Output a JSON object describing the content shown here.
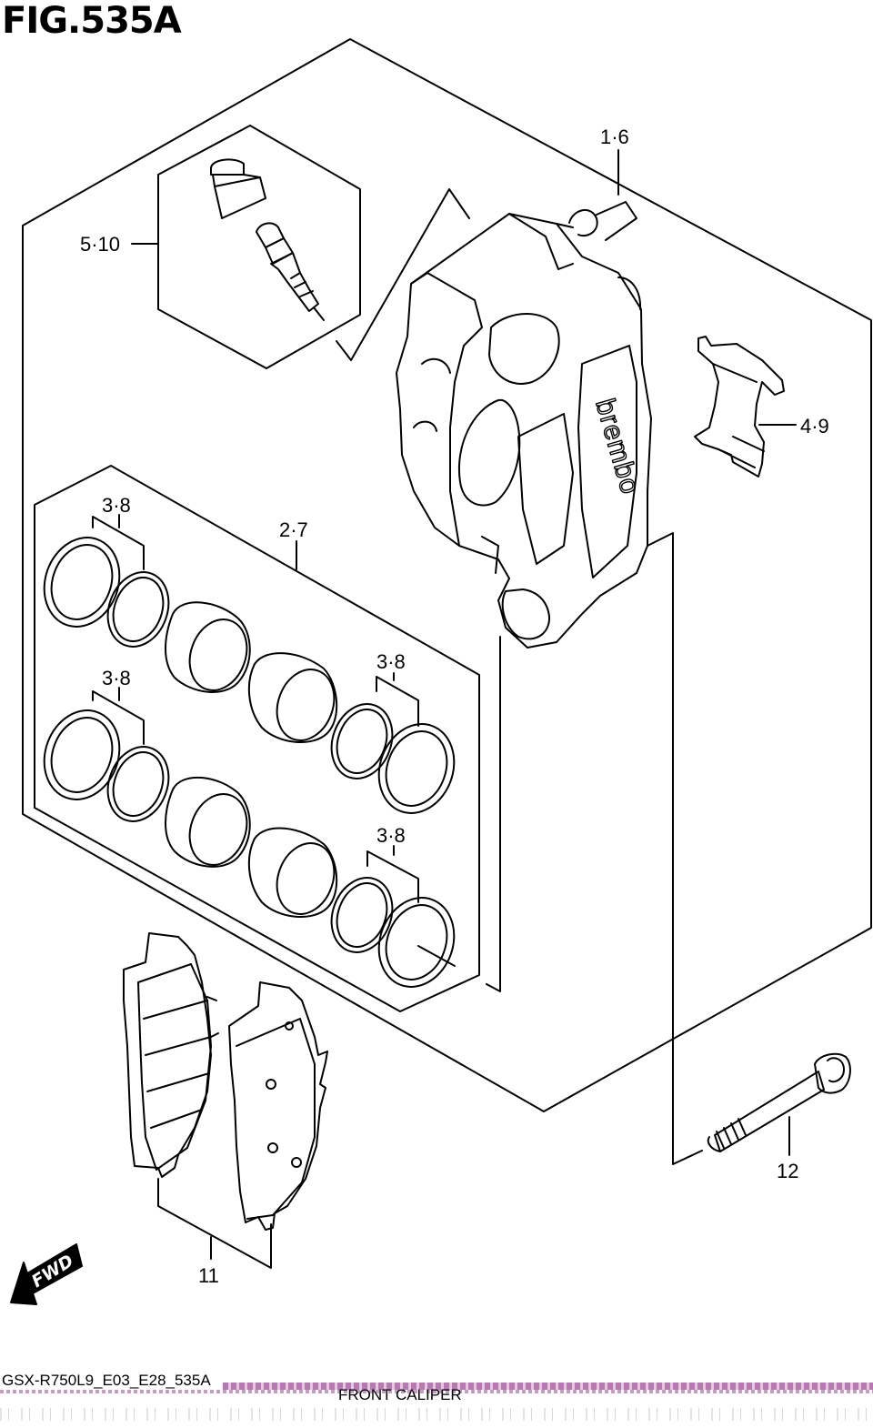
{
  "figure": {
    "title": "FIG.535A",
    "footer_code": "GSX-R750L9_E03_E28_535A",
    "footer_caption": "FRONT CALIPER",
    "brand_mark": "brembo",
    "fwd_label": "FWD"
  },
  "callouts": {
    "c_1_6": "1·6",
    "c_5_10": "5·10",
    "c_4_9": "4·9",
    "c_2_7": "2·7",
    "c_3_8_a": "3·8",
    "c_3_8_b": "3·8",
    "c_3_8_c": "3·8",
    "c_3_8_d": "3·8",
    "c_11": "11",
    "c_12": "12"
  },
  "colors": {
    "line": "#000000",
    "footer_band": "#b77ab0"
  }
}
